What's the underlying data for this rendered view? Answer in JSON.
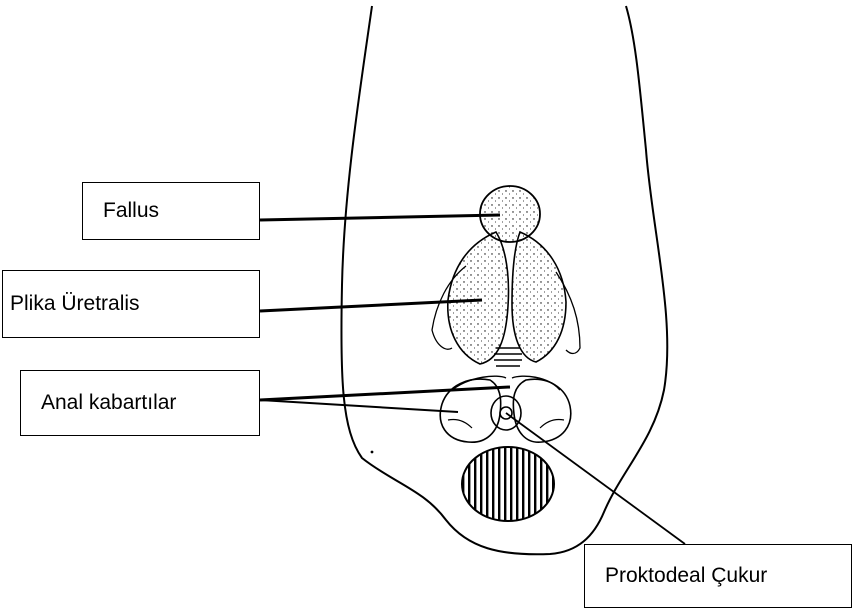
{
  "labels": {
    "fallus": "Fallus",
    "plika": "Plika Üretralis",
    "anal": "Anal kabartılar",
    "proktodeal": "Proktodeal Çukur"
  },
  "colors": {
    "ink": "#000000",
    "background": "#ffffff"
  }
}
